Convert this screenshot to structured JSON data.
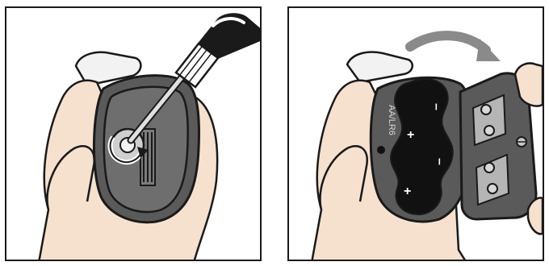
{
  "panels": {
    "left": {
      "step": "remove-screw"
    },
    "right": {
      "step": "open-battery-cover"
    }
  },
  "battery_label": "AA/LR6",
  "plus_sign": "+",
  "minus_sign": "–",
  "colors": {
    "outline": "#1a1a1a",
    "skin": "#f6e1cf",
    "skin_shadow": "#e7c6ad",
    "device_dark": "#4a4a4a",
    "device_mid": "#6b6b6b",
    "device_light": "#8a8a8a",
    "contact": "#b5b5b5",
    "arrow_gray": "#8a8a8a"
  },
  "icons": [
    "screwdriver-icon",
    "rotate-arrow-icon",
    "curved-arrow-icon",
    "battery-contact-icon"
  ]
}
